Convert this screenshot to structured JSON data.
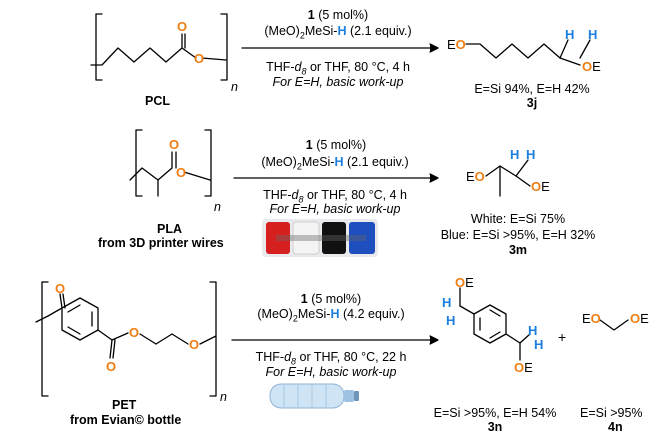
{
  "rows": [
    {
      "catalyst_num": "1",
      "catalyst_load": "(5 mol%)",
      "reagent_pre": "(MeO)",
      "reagent_sub": "2",
      "reagent_mid": "MeSi-",
      "reagent_h": "H",
      "reagent_equiv": "(2.1 equiv.)",
      "solvent_pre": "THF-",
      "solvent_d": "d",
      "solvent_sub": "8",
      "solvent_post": " or THF, 80 °C, 4 h",
      "workup": "For E=H, basic work-up",
      "polymer_name": "PCL",
      "polymer_source": "",
      "n": "n",
      "yield_lines": [
        "E=Si 94%, E=H 42%"
      ],
      "compound": "3j"
    },
    {
      "catalyst_num": "1",
      "catalyst_load": "(5 mol%)",
      "reagent_pre": "(MeO)",
      "reagent_sub": "2",
      "reagent_mid": "MeSi-",
      "reagent_h": "H",
      "reagent_equiv": "(2.1 equiv.)",
      "solvent_pre": "THF-",
      "solvent_d": "d",
      "solvent_sub": "8",
      "solvent_post": " or THF, 80 °C, 4 h",
      "workup": "For E=H, basic work-up",
      "polymer_name": "PLA",
      "polymer_source": "from 3D printer wires",
      "n": "n",
      "yield_lines": [
        "White: E=Si 75%",
        "Blue: E=Si >95%, E=H 32%"
      ],
      "compound": "3m"
    },
    {
      "catalyst_num": "1",
      "catalyst_load": "(5 mol%)",
      "reagent_pre": "(MeO)",
      "reagent_sub": "2",
      "reagent_mid": "MeSi-",
      "reagent_h": "H",
      "reagent_equiv": "(4.2 equiv.)",
      "solvent_pre": "THF-",
      "solvent_d": "d",
      "solvent_sub": "8",
      "solvent_post": "  or THF, 80 °C, 22 h",
      "workup": "For E=H, basic work-up",
      "polymer_name": "PET",
      "polymer_source": "from Evian© bottle",
      "n": "n",
      "yield_lines": [
        "E=Si >95%, E=H 54%"
      ],
      "compound": "3n",
      "plus": "+",
      "second_yield": "E=Si >95%",
      "second_compound": "4n"
    }
  ],
  "atoms": {
    "O": "O",
    "H": "H",
    "E": "E",
    "EO": "EO",
    "OE": "OE"
  },
  "colors": {
    "oxygen": "#f07d12",
    "hydrogen": "#1c7fe0",
    "bond": "#000000"
  },
  "icons": [
    "filament-spools-image",
    "water-bottle-image"
  ]
}
